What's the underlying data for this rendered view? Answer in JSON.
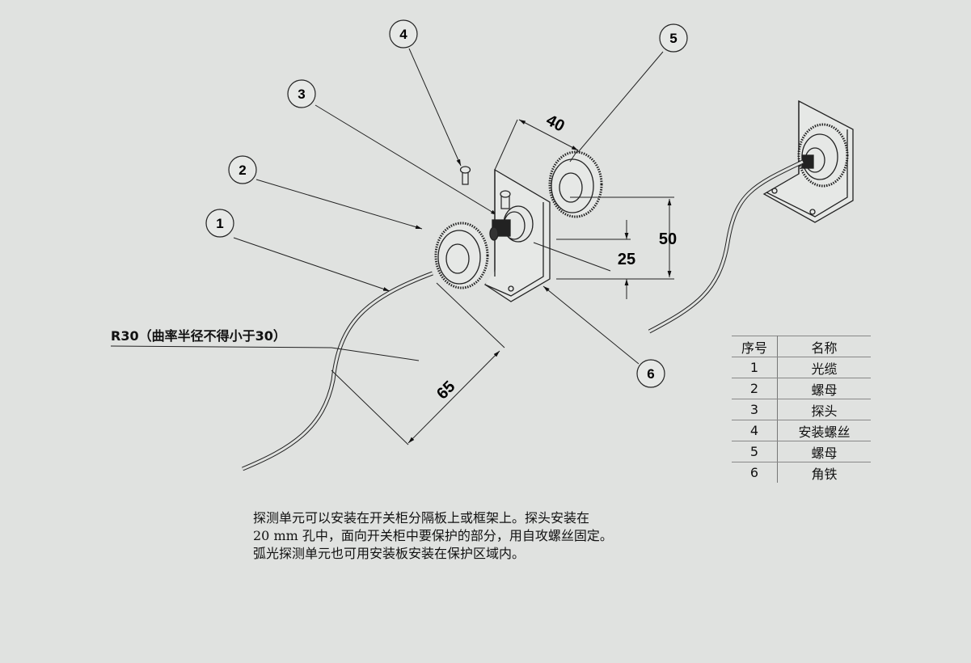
{
  "balloons": [
    "1",
    "2",
    "3",
    "4",
    "5",
    "6"
  ],
  "dimensions": {
    "d40": "40",
    "d50": "50",
    "d25": "25",
    "d65": "65"
  },
  "bend_note": "R30（曲率半径不得小于30）",
  "table": {
    "headers": [
      "序号",
      "名称"
    ],
    "rows": [
      [
        "1",
        "光缆"
      ],
      [
        "2",
        "螺母"
      ],
      [
        "3",
        "探头"
      ],
      [
        "4",
        "安装螺丝"
      ],
      [
        "5",
        "螺母"
      ],
      [
        "6",
        "角铁"
      ]
    ]
  },
  "description": [
    "探测单元可以安装在开关柜分隔板上或框架上。探头安装在",
    "20 mm 孔中，面向开关柜中要保护的部分，用自攻螺丝固定。",
    "弧光探测单元也可用安装板安装在保护区域内。"
  ]
}
